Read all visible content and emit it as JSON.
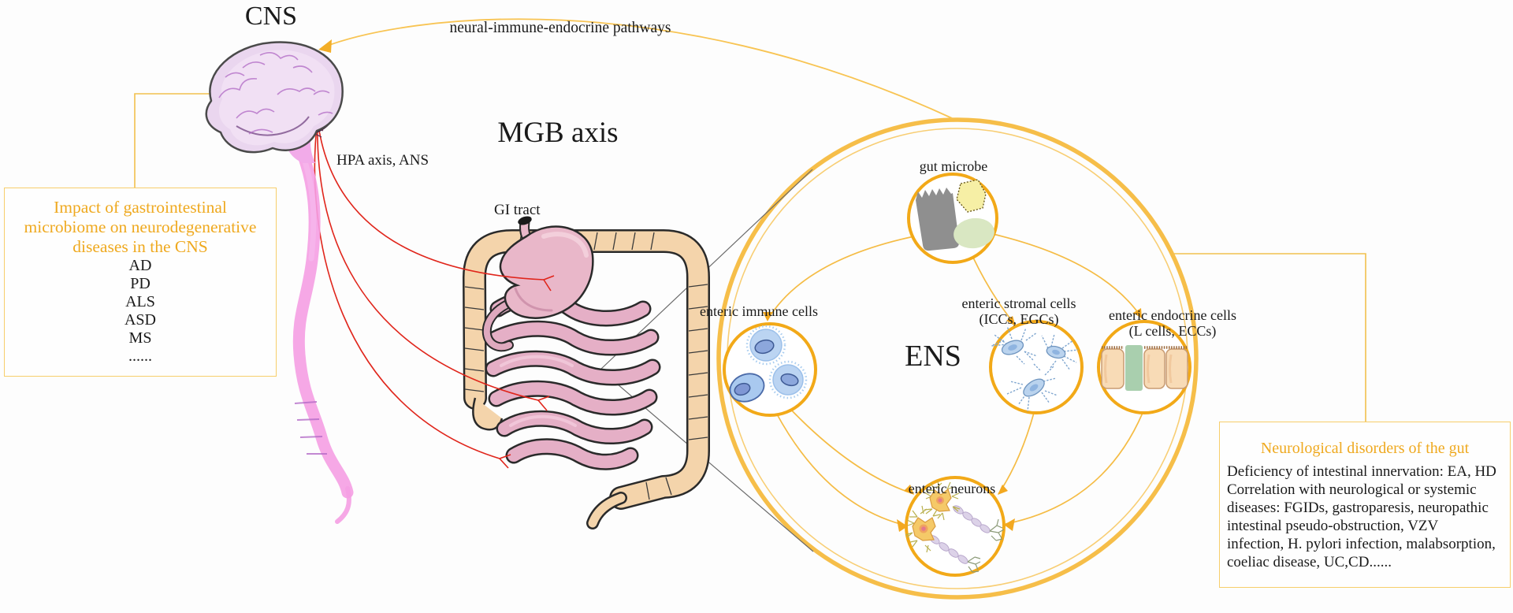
{
  "titles": {
    "cns": "CNS",
    "pathways": "neural-immune-endocrine pathways",
    "mgb": "MGB axis",
    "gi_tract": "GI tract",
    "hpa": "HPA axis, ANS",
    "ens": "ENS"
  },
  "ens_labels": {
    "gut_microbe": "gut microbe",
    "immune": "enteric immune cells",
    "stromal_line1": "enteric stromal cells",
    "stromal_line2": "(ICCs, EGCs)",
    "endocrine_line1": "enteric endocrine cells",
    "endocrine_line2": "(L cells, ECCs)",
    "neurons": "enteric neurons"
  },
  "left_box": {
    "title_lines": [
      "Impact of gastrointestinal",
      "microbiome on neurodegenerative",
      "diseases in the CNS"
    ],
    "items": [
      "AD",
      "PD",
      "ALS",
      "ASD",
      "MS",
      "......"
    ]
  },
  "right_box": {
    "title": "Neurological disorders of the gut",
    "body_lines": [
      "Deficiency of intestinal innervation: EA, HD",
      "Correlation with neurological or systemic",
      "diseases: FGIDs, gastroparesis, neuropathic",
      "intestinal pseudo-obstruction, VZV",
      "infection, H. pylori infection, malabsorption,",
      "coeliac disease, UC,CD......"
    ]
  },
  "colors": {
    "accent_gold_ring": "#F6BE49",
    "accent_gold_small": "#F2A918",
    "yellow_title_text": "#EFA91F",
    "box_border": "#F7CE6B",
    "red_nerve_line": "#E0251B",
    "pink_spinal_cord": "#F59FE3",
    "text_black": "#1A1A1A"
  }
}
